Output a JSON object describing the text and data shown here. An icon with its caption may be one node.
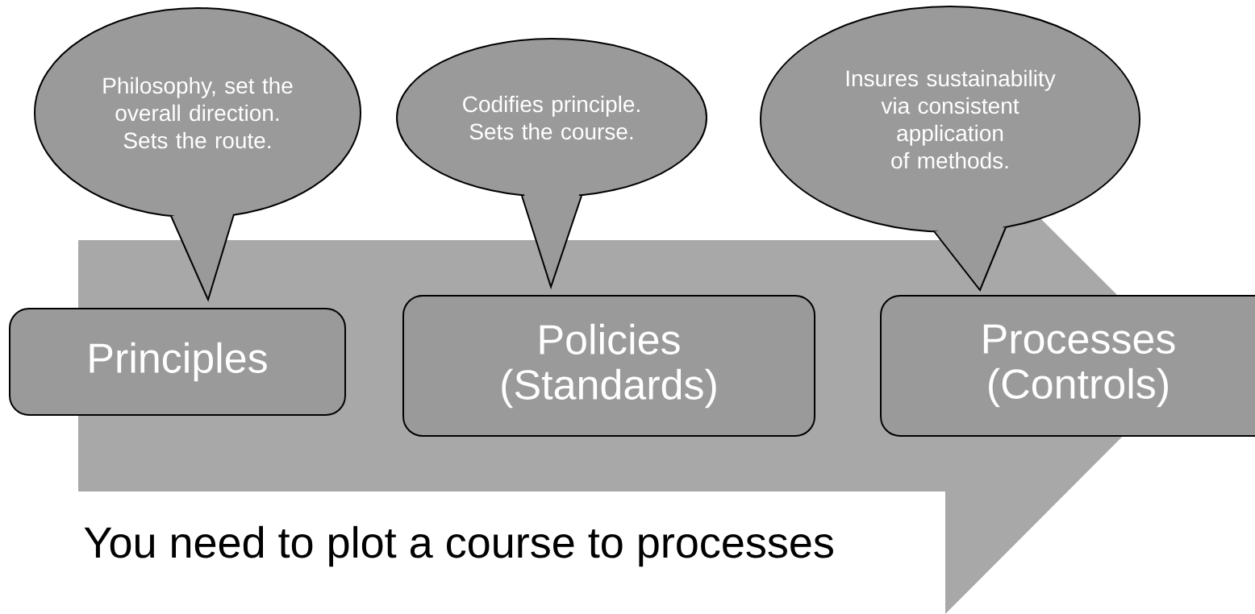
{
  "diagram": {
    "nodes": [
      {
        "text": [
          "Philosophy, set the overall direction. Sets the route."
        ]
      },
      {
        "text": [
          "Codifies principle. Sets the course."
        ]
      },
      {
        "text": [
          "Insures sustainability via consistent application of methods."
        ]
      },
      {
        "text": [
          "Principles"
        ]
      },
      {
        "text": [
          "Policies (Standards)"
        ]
      },
      {
        "text": [
          "Processes (Controls)"
        ]
      }
    ],
    "edges": [
      {
        "from": 3,
        "to": 5,
        "arrow": "to"
      }
    ],
    "labels": [
      "You need to plot a course to processes"
    ]
  }
}
